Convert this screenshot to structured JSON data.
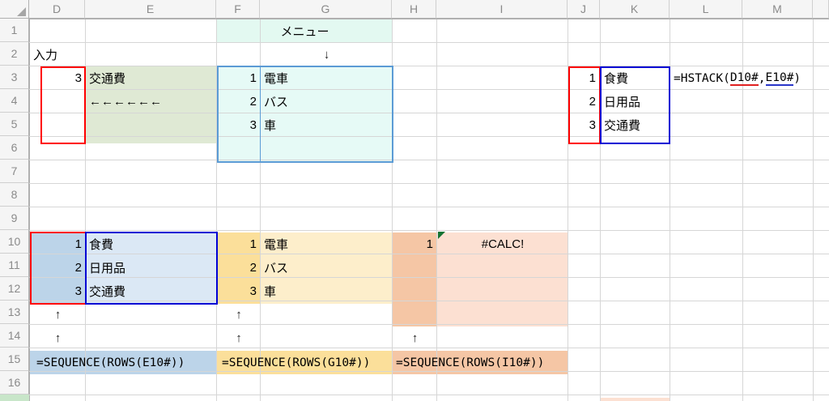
{
  "app": {
    "type": "spreadsheet",
    "title": "Excel worksheet"
  },
  "grid": {
    "column_headers": [
      "D",
      "E",
      "F",
      "G",
      "H",
      "I",
      "J",
      "K",
      "L",
      "M"
    ],
    "row_headers": [
      "1",
      "2",
      "3",
      "4",
      "5",
      "6",
      "7",
      "8",
      "9",
      "10",
      "11",
      "12",
      "13",
      "14",
      "15",
      "16"
    ]
  },
  "colors": {
    "mint_header": "#e3f9f1",
    "mint_light": "#e6faf6",
    "green_fill": "#dfe9d4",
    "blue_dark": "#bcd4e9",
    "blue_light": "#dbe8f5",
    "yellow_dark": "#fbdf9a",
    "yellow_light": "#fdeecb",
    "orange_dark": "#f5c6a5",
    "orange_light": "#fce0d2",
    "border_red": "#ff0000",
    "border_blue": "#0000d4",
    "border_cyan": "#5b9bd5",
    "error_marker_green": "#137333"
  },
  "cells": {
    "menu_title": "メニュー",
    "menu_arrow": "↓",
    "input_label": "入力",
    "input_value": "3",
    "input_result": "交通費",
    "left_arrows": "←←←←←←",
    "menu_list": [
      {
        "num": "1",
        "label": "電車"
      },
      {
        "num": "2",
        "label": "バス"
      },
      {
        "num": "3",
        "label": "車"
      }
    ],
    "hstack_source": [
      {
        "num": "1",
        "label": "食費"
      },
      {
        "num": "2",
        "label": "日用品"
      },
      {
        "num": "3",
        "label": "交通費"
      }
    ],
    "hstack_formula_prefix": "=HSTACK(",
    "hstack_arg1": "D10#",
    "hstack_comma": ",",
    "hstack_arg2": "E10#",
    "hstack_formula_suffix": ")",
    "spill_expense": [
      {
        "num": "1",
        "label": "食費"
      },
      {
        "num": "2",
        "label": "日用品"
      },
      {
        "num": "3",
        "label": "交通費"
      }
    ],
    "spill_transport": [
      {
        "num": "1",
        "label": "電車"
      },
      {
        "num": "2",
        "label": "バス"
      },
      {
        "num": "3",
        "label": "車"
      }
    ],
    "calc_num": "1",
    "calc_error": "#CALC!",
    "up_arrow": "↑",
    "formula_e": "=SEQUENCE(ROWS(E10#))",
    "formula_g": "=SEQUENCE(ROWS(G10#))",
    "formula_i": "=SEQUENCE(ROWS(I10#))"
  }
}
